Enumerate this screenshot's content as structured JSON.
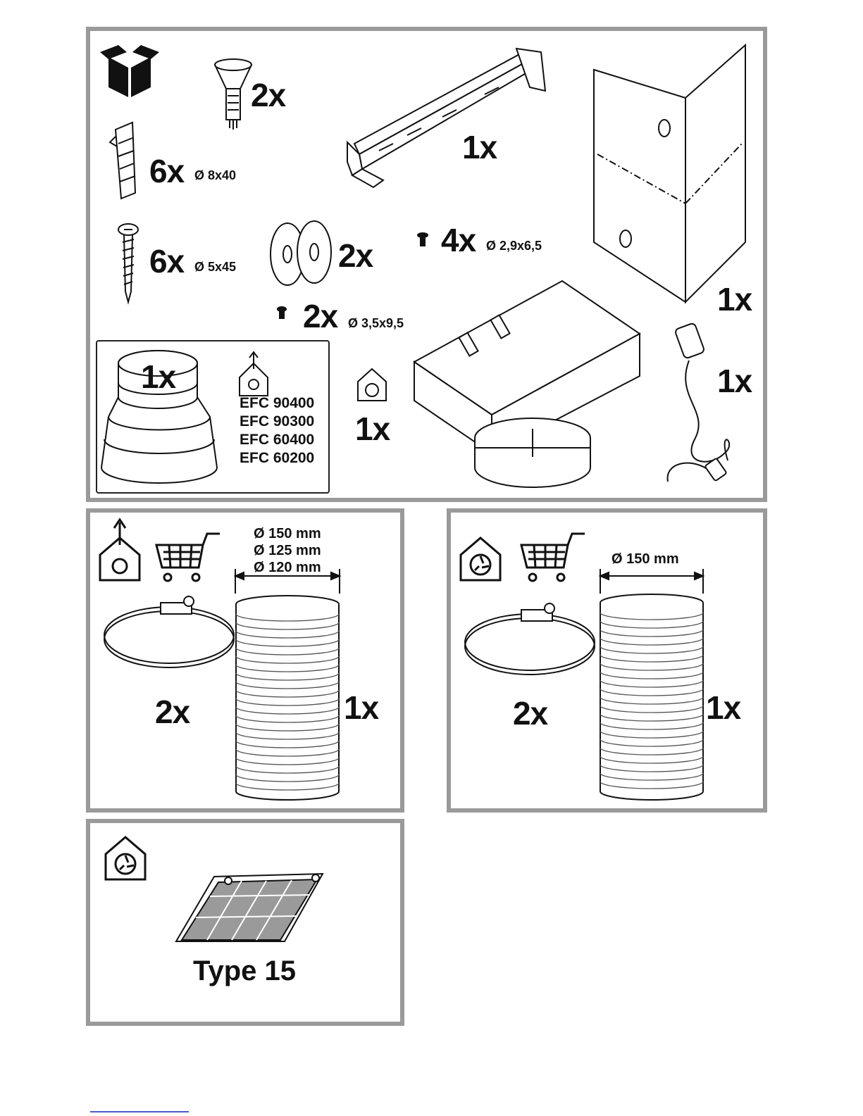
{
  "top": {
    "bracket_qty": "1x",
    "screw_2x_qty": "2x",
    "plug_qty": "6x",
    "plug_dia": "Ø 8x40",
    "woodscrew_qty": "6x",
    "woodscrew_dia": "Ø 5x45",
    "washer_qty": "2x",
    "small_screw_a_qty": "4x",
    "small_screw_a_dia": "Ø 2,9x6,5",
    "small_screw_b_qty": "2x",
    "small_screw_b_dia": "Ø 3,5x9,5",
    "chimney_qty": "1x",
    "cable_qty": "1x",
    "adapter_box_qty": "1x",
    "reducer_qty": "1x",
    "models": [
      "EFC 90400",
      "EFC 90300",
      "EFC 60400",
      "EFC 60200"
    ]
  },
  "ducted": {
    "diameters": [
      "Ø 150 mm",
      "Ø 125 mm",
      "Ø 120 mm"
    ],
    "clamp_qty": "2x",
    "hose_qty": "1x"
  },
  "recirc": {
    "diameter": "Ø 150 mm",
    "clamp_qty": "2x",
    "hose_qty": "1x"
  },
  "filter": {
    "type_label": "Type 15"
  }
}
